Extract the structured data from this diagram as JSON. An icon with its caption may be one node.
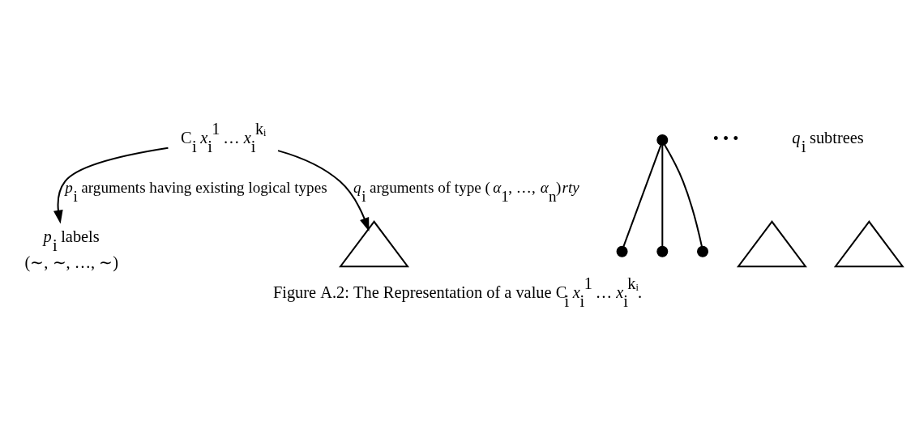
{
  "diagram": {
    "caption": "Figure A.2: The Representation of a value C$_{i}$ *x*$_{i}$$^{1}$ … *x*$_{i}$$^{kᵢ}$.",
    "nodes": [
      {
        "text": [
          "C$_{i}$ *x*$_{i}$$^{1}$ … *x*$_{i}$$^{kᵢ}$"
        ]
      },
      {
        "text": [
          "(∼, ∼, …, ∼)"
        ],
        "beside": [
          "*p*$_{i}$ labels"
        ]
      },
      {
        "text": [],
        "shape": "circle"
      },
      {
        "text": [],
        "shape": "circle"
      },
      {
        "text": [],
        "shape": "circle"
      },
      {
        "text": [],
        "shape": "circle"
      },
      {
        "text": [],
        "shape": "triangle"
      },
      {
        "text": [],
        "shape": "triangle"
      },
      {
        "text": [],
        "shape": "triangle"
      }
    ],
    "edges": [
      {
        "from": 0,
        "to": 1,
        "arrow": "to",
        "label": "*p*$_{i}$ arguments having existing logical types"
      },
      {
        "from": 0,
        "to": 6,
        "arrow": "to",
        "label": "*q*$_{i}$ arguments of type (*α*$_{1}$, …, *α*$_{n}$)*rty*"
      },
      {
        "from": 2,
        "to": 3,
        "arrow": "none"
      },
      {
        "from": 2,
        "to": 4,
        "arrow": "none"
      },
      {
        "from": 2,
        "to": 5,
        "arrow": "none"
      }
    ],
    "labels": [
      "• • •",
      "*q*$_{i}$ subtrees"
    ]
  }
}
